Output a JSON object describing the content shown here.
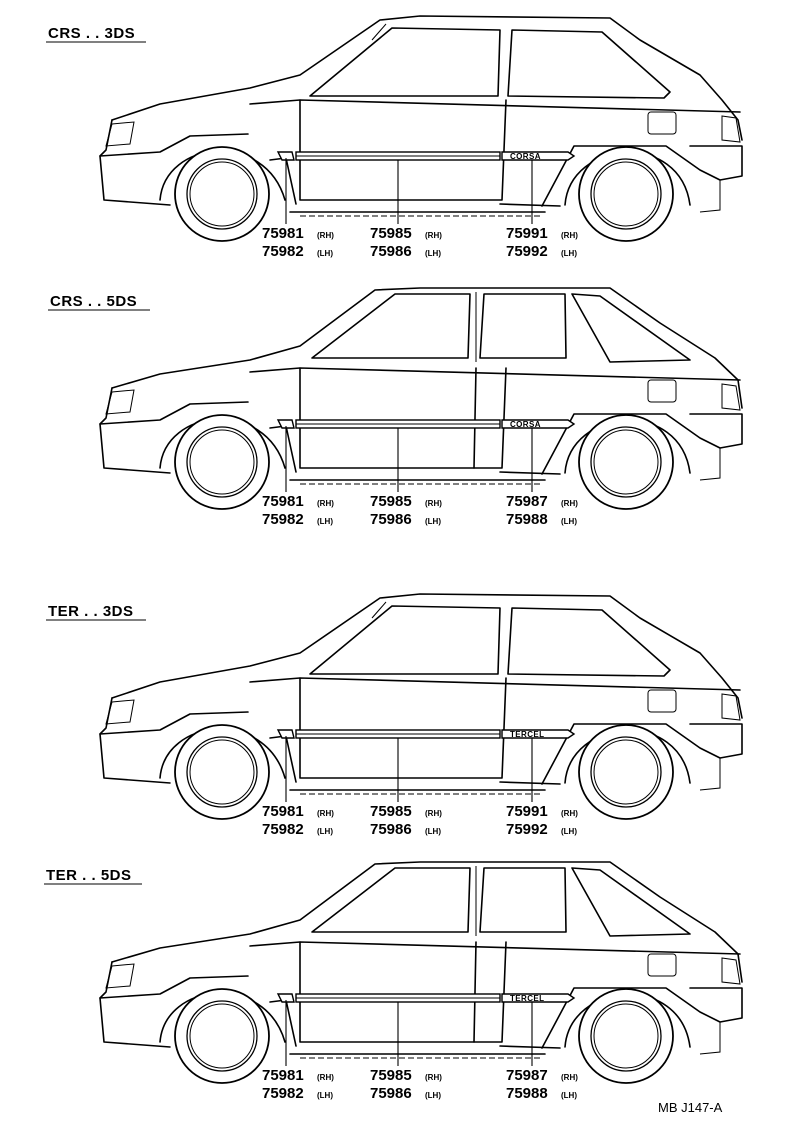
{
  "sections": [
    {
      "id": "crs-3ds",
      "title": "CRS . . 3DS",
      "doors": 3,
      "emblem": "CORSA",
      "parts": [
        {
          "rh": "75981",
          "lh": "75982"
        },
        {
          "rh": "75985",
          "lh": "75986"
        },
        {
          "rh": "75991",
          "lh": "75992"
        }
      ]
    },
    {
      "id": "crs-5ds",
      "title": "CRS . . 5DS",
      "doors": 5,
      "emblem": "CORSA",
      "parts": [
        {
          "rh": "75981",
          "lh": "75982"
        },
        {
          "rh": "75985",
          "lh": "75986"
        },
        {
          "rh": "75987",
          "lh": "75988"
        }
      ]
    },
    {
      "id": "ter-3ds",
      "title": "TER . . 3DS",
      "doors": 3,
      "emblem": "TERCEL",
      "parts": [
        {
          "rh": "75981",
          "lh": "75982"
        },
        {
          "rh": "75985",
          "lh": "75986"
        },
        {
          "rh": "75991",
          "lh": "75992"
        }
      ]
    },
    {
      "id": "ter-5ds",
      "title": "TER . . 5DS",
      "doors": 5,
      "emblem": "TERCEL",
      "parts": [
        {
          "rh": "75981",
          "lh": "75982"
        },
        {
          "rh": "75985",
          "lh": "75986"
        },
        {
          "rh": "75987",
          "lh": "75988"
        }
      ]
    }
  ],
  "labels": {
    "rh": "(RH)",
    "lh": "(LH)"
  },
  "footer_code": "MB J147-A"
}
